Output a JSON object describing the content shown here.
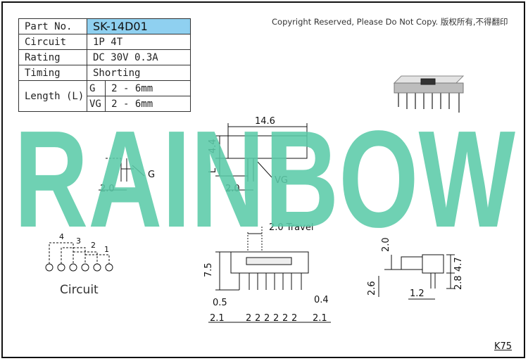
{
  "spec": {
    "part_no_label": "Part No.",
    "part_no_value": "SK-14D01",
    "circuit_label": "Circuit",
    "circuit_value": "1P 4T",
    "rating_label": "Rating",
    "rating_value": "DC 30V 0.3A",
    "timing_label": "Timing",
    "timing_value": "Shorting",
    "length_label": "Length (L)",
    "length_g_code": "G",
    "length_g_value": "2 - 6mm",
    "length_vg_code": "VG",
    "length_vg_value": "2 - 6mm"
  },
  "copyright": "Copyright Reserved, Please Do Not Copy. 版权所有,不得翻印",
  "watermark": {
    "text": "RAINBOW",
    "color": "#5ccba9"
  },
  "drawing": {
    "top_width": "14.6",
    "top_height": "4.4",
    "length_symbol": "L",
    "g_label": "G",
    "vg_label": "VG",
    "pin_offset_left": "2.0",
    "pin_offset_right": "2.0",
    "travel": "2.0 Travel",
    "body_height": "7.5",
    "end_offset": "0.5",
    "pin_width": "0.4",
    "edge_left": "2.1",
    "edge_right": "2.1",
    "pitches": [
      "2",
      "2",
      "2",
      "2",
      "2",
      "2"
    ],
    "side_top": "2.0",
    "side_height": "4.7",
    "side_pin_height": "2.8",
    "side_bottom": "2.6",
    "side_pin_offset": "1.2"
  },
  "circuit": {
    "caption": "Circuit",
    "positions": [
      "1",
      "2",
      "3",
      "4"
    ]
  },
  "page_code": "K75"
}
